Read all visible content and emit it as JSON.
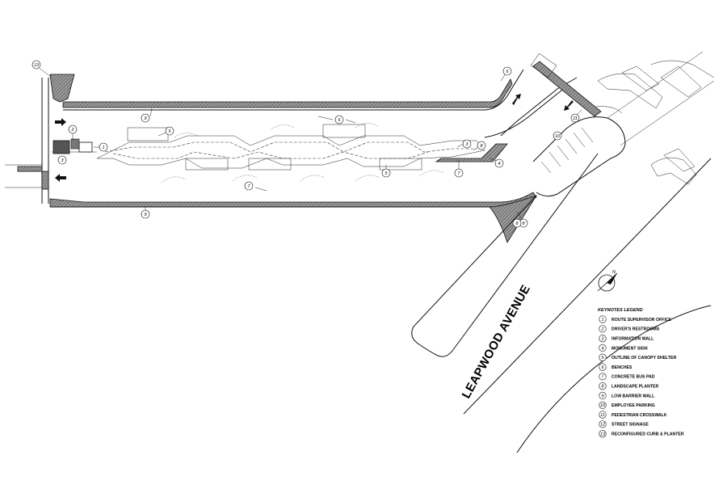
{
  "street_name": "LEAPWOOD AVENUE",
  "north_arrow_label": "N",
  "legend": {
    "title": "KEYNOTES LEGEND",
    "items": [
      {
        "num": "1",
        "label": "ROUTE SUPERVISOR OFFICE"
      },
      {
        "num": "2",
        "label": "DRIVER'S RESTROOMS"
      },
      {
        "num": "3",
        "label": "INFORMATION WALL"
      },
      {
        "num": "4",
        "label": "MONUMENT SIGN"
      },
      {
        "num": "5",
        "label": "OUTLINE OF CANOPY SHELTER"
      },
      {
        "num": "6",
        "label": "BENCHES"
      },
      {
        "num": "7",
        "label": "CONCRETE BUS PAD"
      },
      {
        "num": "8",
        "label": "LANDSCAPE PLANTER"
      },
      {
        "num": "9",
        "label": "LOW BARRIER WALL"
      },
      {
        "num": "10",
        "label": "EMPLOYEE PARKING"
      },
      {
        "num": "11",
        "label": "PEDESTRIAN CROSSWALK"
      },
      {
        "num": "12",
        "label": "STREET SIGNAGE"
      },
      {
        "num": "13",
        "label": "RECONFIGURED CURB & PLANTER"
      }
    ]
  },
  "callouts": [
    {
      "num": "13"
    },
    {
      "num": "2"
    },
    {
      "num": "1"
    },
    {
      "num": "3"
    },
    {
      "num": "9"
    },
    {
      "num": "5"
    },
    {
      "num": "7"
    },
    {
      "num": "9"
    },
    {
      "num": "6"
    },
    {
      "num": "3"
    },
    {
      "num": "8"
    },
    {
      "num": "4"
    },
    {
      "num": "5"
    },
    {
      "num": "7"
    },
    {
      "num": "8"
    },
    {
      "num": "6"
    },
    {
      "num": "11"
    },
    {
      "num": "10"
    },
    {
      "num": "8"
    }
  ]
}
